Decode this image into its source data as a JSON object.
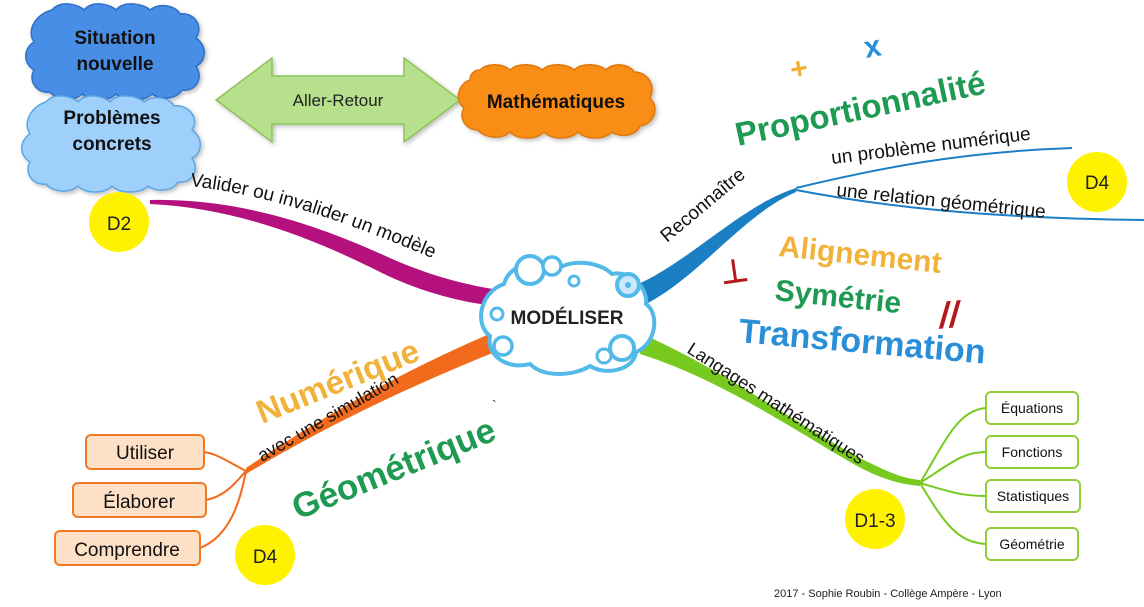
{
  "center": {
    "label": "MODÉLISER"
  },
  "top_left": {
    "situation": {
      "line1": "Situation",
      "line2": "nouvelle"
    },
    "problemes": {
      "line1": "Problèmes",
      "line2": "concrets"
    },
    "arrow_label": "Aller-Retour",
    "mathematiques": "Mathématiques"
  },
  "branches": {
    "valider": {
      "label": "Valider ou invalider un modèle",
      "badge": "D2"
    },
    "reconnaitre": {
      "label": "Reconnaître",
      "sub": [
        "un problème numérique",
        "une relation géométrique"
      ],
      "badge": "D4"
    },
    "simulation": {
      "label": "avec une simulation",
      "items": [
        "Utiliser",
        "Élaborer",
        "Comprendre"
      ],
      "badge": "D4"
    },
    "langages": {
      "label": "Langages mathématiques",
      "items": [
        "Équations",
        "Fonctions",
        "Statistiques",
        "Géométrie"
      ],
      "badge": "D1-3"
    }
  },
  "big_words": {
    "proportionnalite": "Proportionnalité",
    "alignement": "Alignement",
    "symetrie": "Symétrie",
    "transformation": "Transformation",
    "numerique": "Numérique",
    "geometrique": "Géométrique",
    "backtick": "`"
  },
  "symbols": {
    "plus": "+",
    "times": "x",
    "perp": "⊥",
    "parallel": "//"
  },
  "colors": {
    "magenta": "#b4117e",
    "blue": "#1b7fc4",
    "orange": "#f26b1d",
    "green": "#77c920",
    "text_green": "#1f9a52",
    "text_gold": "#f0b23a",
    "text_blue": "#2a8fd6",
    "darkred": "#b5191e",
    "badge": "#fff200",
    "cloud_dark_blue": "#4a8ee6",
    "cloud_light_blue": "#9ed0fb",
    "arrow_green": "#b6e08c",
    "math_orange": "#f98d15",
    "box_orange_fill": "#fde0c6",
    "box_green_border": "#8fcf3a"
  },
  "footer": "2017 - Sophie Roubin - Collège Ampère - Lyon"
}
